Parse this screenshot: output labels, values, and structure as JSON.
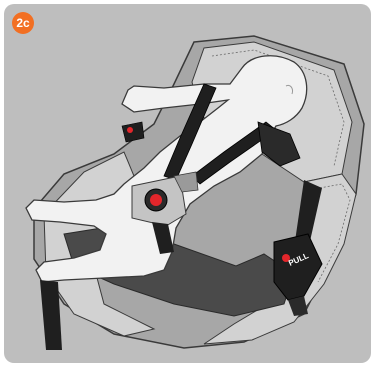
{
  "step": {
    "label": "2c",
    "badge_color": "#f26f22"
  },
  "illustration": {
    "subject": "infant-car-seat-harness-buckled",
    "colors": {
      "background": "#bebebe",
      "seat_shell": "#a7a7a7",
      "seat_padding": "#d2d2d2",
      "baby": "#f2f2f2",
      "harness": "#1f1f1f",
      "buckle_accent": "#e3262b",
      "outline": "#3a3a3a"
    }
  },
  "adjuster": {
    "label": "PULL"
  }
}
